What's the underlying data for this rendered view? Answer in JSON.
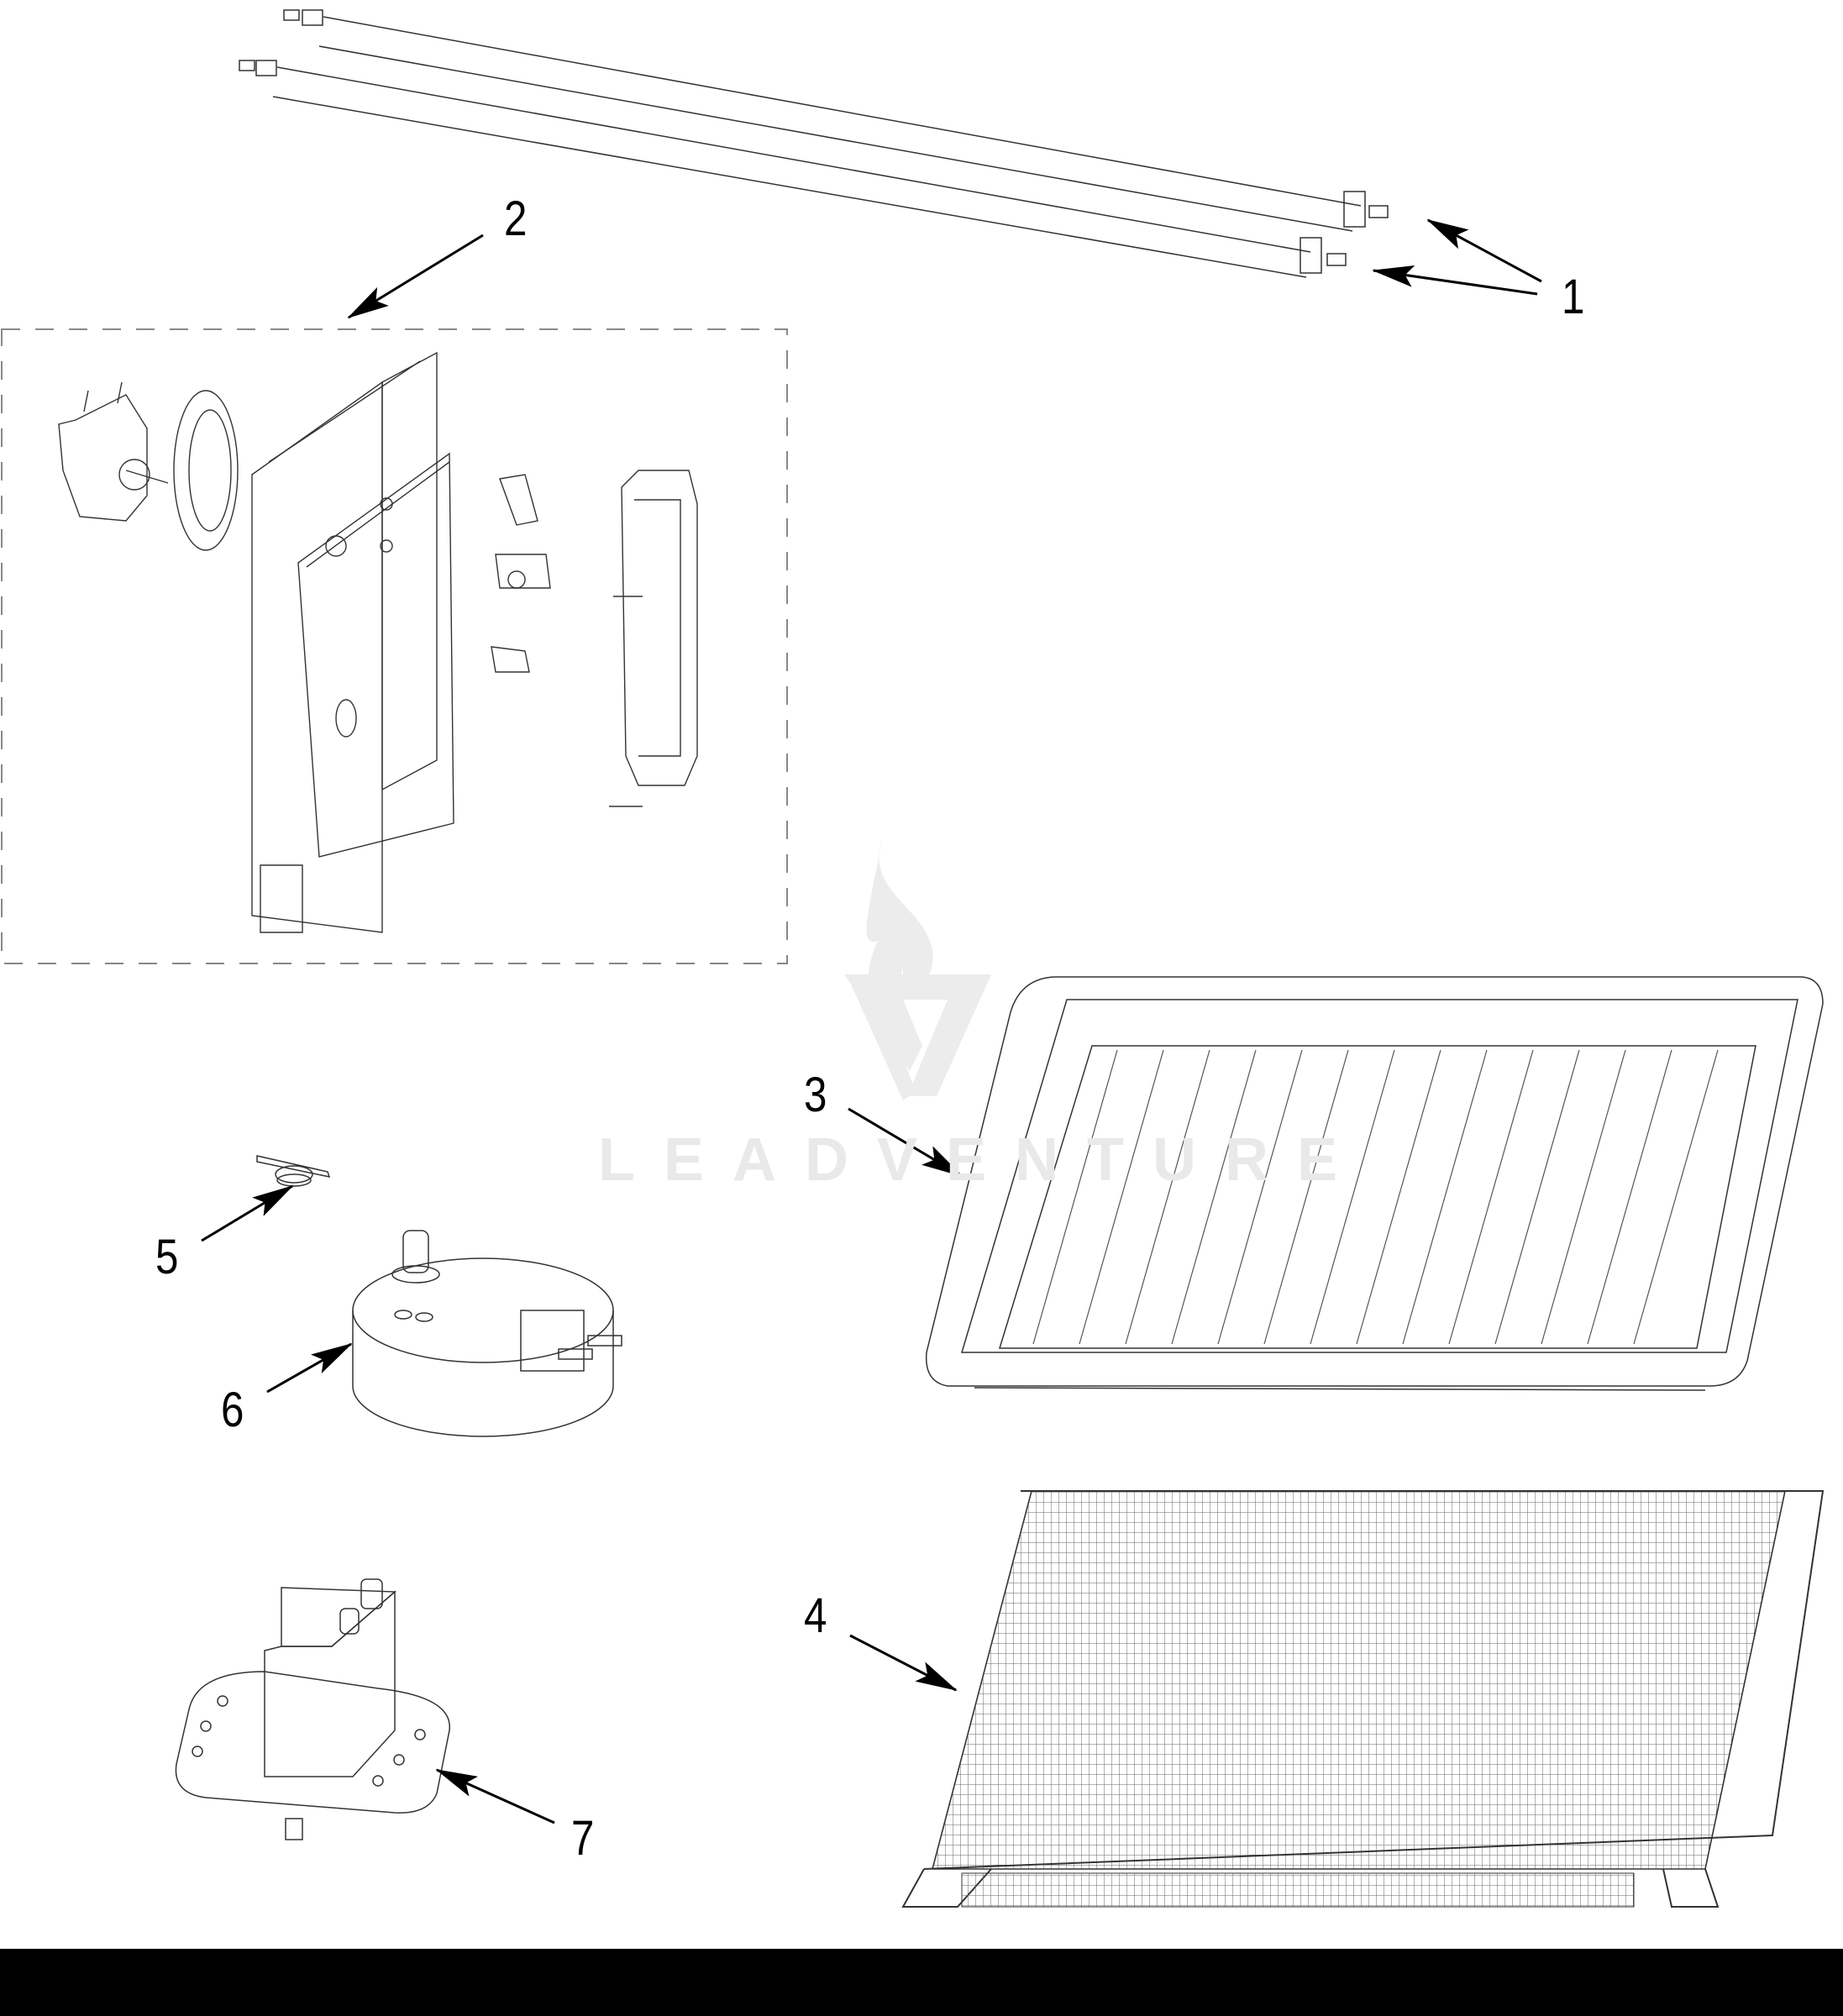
{
  "diagram": {
    "type": "exploded-parts-diagram",
    "watermark": {
      "text": "LEADVENTURE"
    },
    "callouts": [
      {
        "id": "1",
        "label": "1",
        "part": "heating-element-tubes"
      },
      {
        "id": "2",
        "label": "2",
        "part": "convection-fan-assembly"
      },
      {
        "id": "3",
        "label": "3",
        "part": "baking-tray"
      },
      {
        "id": "4",
        "label": "4",
        "part": "air-fry-mesh-basket"
      },
      {
        "id": "5",
        "label": "5",
        "part": "clip-spring"
      },
      {
        "id": "6",
        "label": "6",
        "part": "rotisserie-motor"
      },
      {
        "id": "7",
        "label": "7",
        "part": "switch-module-plate"
      }
    ]
  },
  "colors": {
    "line": "#333333",
    "arrow": "#000000",
    "dash": "#888888",
    "watermark": "#e9e9e9",
    "footer": "#000000"
  }
}
